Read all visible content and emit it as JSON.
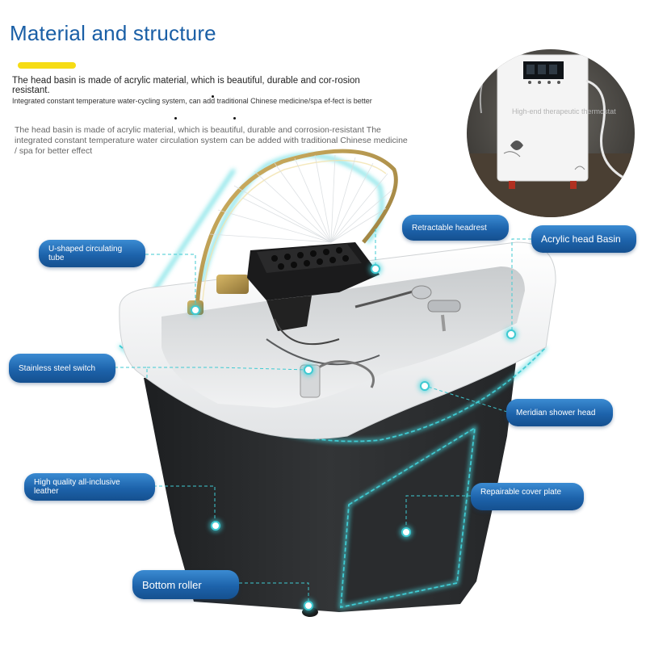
{
  "header": {
    "title": "Material and structure",
    "para1": "The head basin is made of acrylic material, which is beautiful, durable and cor-rosion resistant.",
    "para2": "Integrated constant temperature water-cycling system, can add traditional Chinese medicine/spa ef-fect is better",
    "para3": "The head basin is made of acrylic material, which is beautiful, durable and corrosion-resistant The integrated constant temperature water circulation system can be added with traditional Chinese medicine / spa for better effect"
  },
  "inset": {
    "device_text": "High-end therapeutic thermostat"
  },
  "labels": {
    "u_tube": "U-shaped circulating tube",
    "headrest": "Retractable headrest",
    "acrylic": "Acrylic head Basin",
    "switch": "Stainless steel switch",
    "shower": "Meridian shower head",
    "leather": "High quality all-inclusive leather",
    "cover": "Repairable cover plate",
    "roller": "Bottom roller"
  },
  "colors": {
    "accent_blue": "#1a5fa6",
    "highlight_yellow": "#f6dc14",
    "glow_cyan": "#3fcad2",
    "body_dark": "#2b2d2f"
  }
}
